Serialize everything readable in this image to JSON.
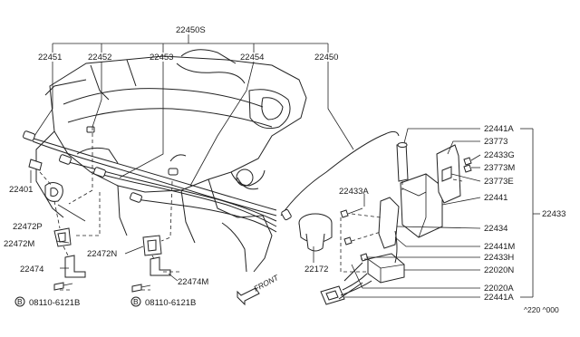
{
  "labels": {
    "top_group": "22450S",
    "l22451": "22451",
    "l22452": "22452",
    "l22453": "22453",
    "l22454": "22454",
    "l22450": "22450",
    "l22401": "22401",
    "l22472P": "22472P",
    "l22472M": "22472M",
    "l22474": "22474",
    "l22472N": "22472N",
    "l22474M": "22474M",
    "bolt_left": "08110-6121B",
    "bolt_right": "08110-6121B",
    "bolt_symbol": "B",
    "l22172": "22172",
    "l22433A": "22433A",
    "l22441A_top": "22441A",
    "l23773": "23773",
    "l22433G": "22433G",
    "l23773M": "23773M",
    "l23773E": "23773E",
    "l22441": "22441",
    "l22434": "22434",
    "l22433": "22433",
    "l22441M": "22441M",
    "l22433H": "22433H",
    "l22020N": "22020N",
    "l22020A": "22020A",
    "l22441A_bot": "22441A",
    "front": "FRONT",
    "figure_code": "^220 ^000"
  }
}
